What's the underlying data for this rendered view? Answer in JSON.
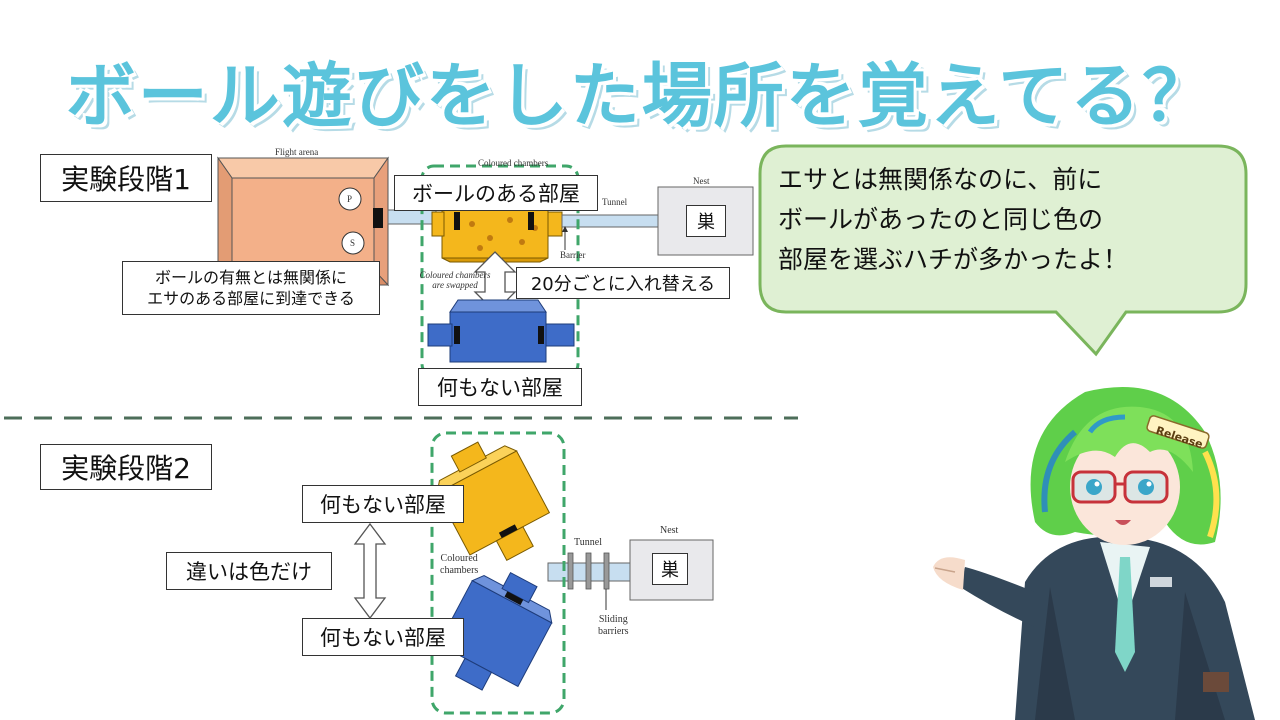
{
  "title": "ボール遊びをした場所を覚えてる？",
  "stage1": {
    "label": "実験段階1",
    "ball_room_label": "ボールのある部屋",
    "empty_room_label": "何もない部屋",
    "swap_label": "20分ごとに入れ替える",
    "reach_note_line1": "ボールの有無とは無関係に",
    "reach_note_line2": "エサのある部屋に到達できる",
    "nest_label": "巣",
    "figure": {
      "flight_arena": "Flight arena",
      "coloured_chambers": "Coloured chambers",
      "tunnel": "Tunnel",
      "nest": "Nest",
      "barrier": "Barrier",
      "swapped_line1": "Coloured chambers",
      "swapped_line2": "are swapped",
      "p_marker": "P",
      "s_marker": "S"
    }
  },
  "stage2": {
    "label": "実験段階2",
    "empty_room_top": "何もない部屋",
    "empty_room_bottom": "何もない部屋",
    "diff_label": "違いは色だけ",
    "nest_label": "巣",
    "figure": {
      "coloured_line1": "Coloured",
      "coloured_line2": "chambers",
      "tunnel": "Tunnel",
      "nest": "Nest",
      "sliding_line1": "Sliding",
      "sliding_line2": "barriers"
    }
  },
  "bubble": {
    "line1": "エサとは無関係なのに、前に",
    "line2": "ボールがあったのと同じ色の",
    "line3": "部屋を選ぶハチが多かったよ！"
  },
  "character": {
    "hair_clip_text": "Release"
  },
  "colors": {
    "title": "#5bc4dc",
    "dashed_green": "#3fa66a",
    "bubble_fill": "#dff0d3",
    "bubble_border": "#7ab55c",
    "yellow_chamber": "#f4b71c",
    "blue_chamber": "#3e6cc8",
    "arena": "#f3b089",
    "tunnel": "#c7def0"
  }
}
